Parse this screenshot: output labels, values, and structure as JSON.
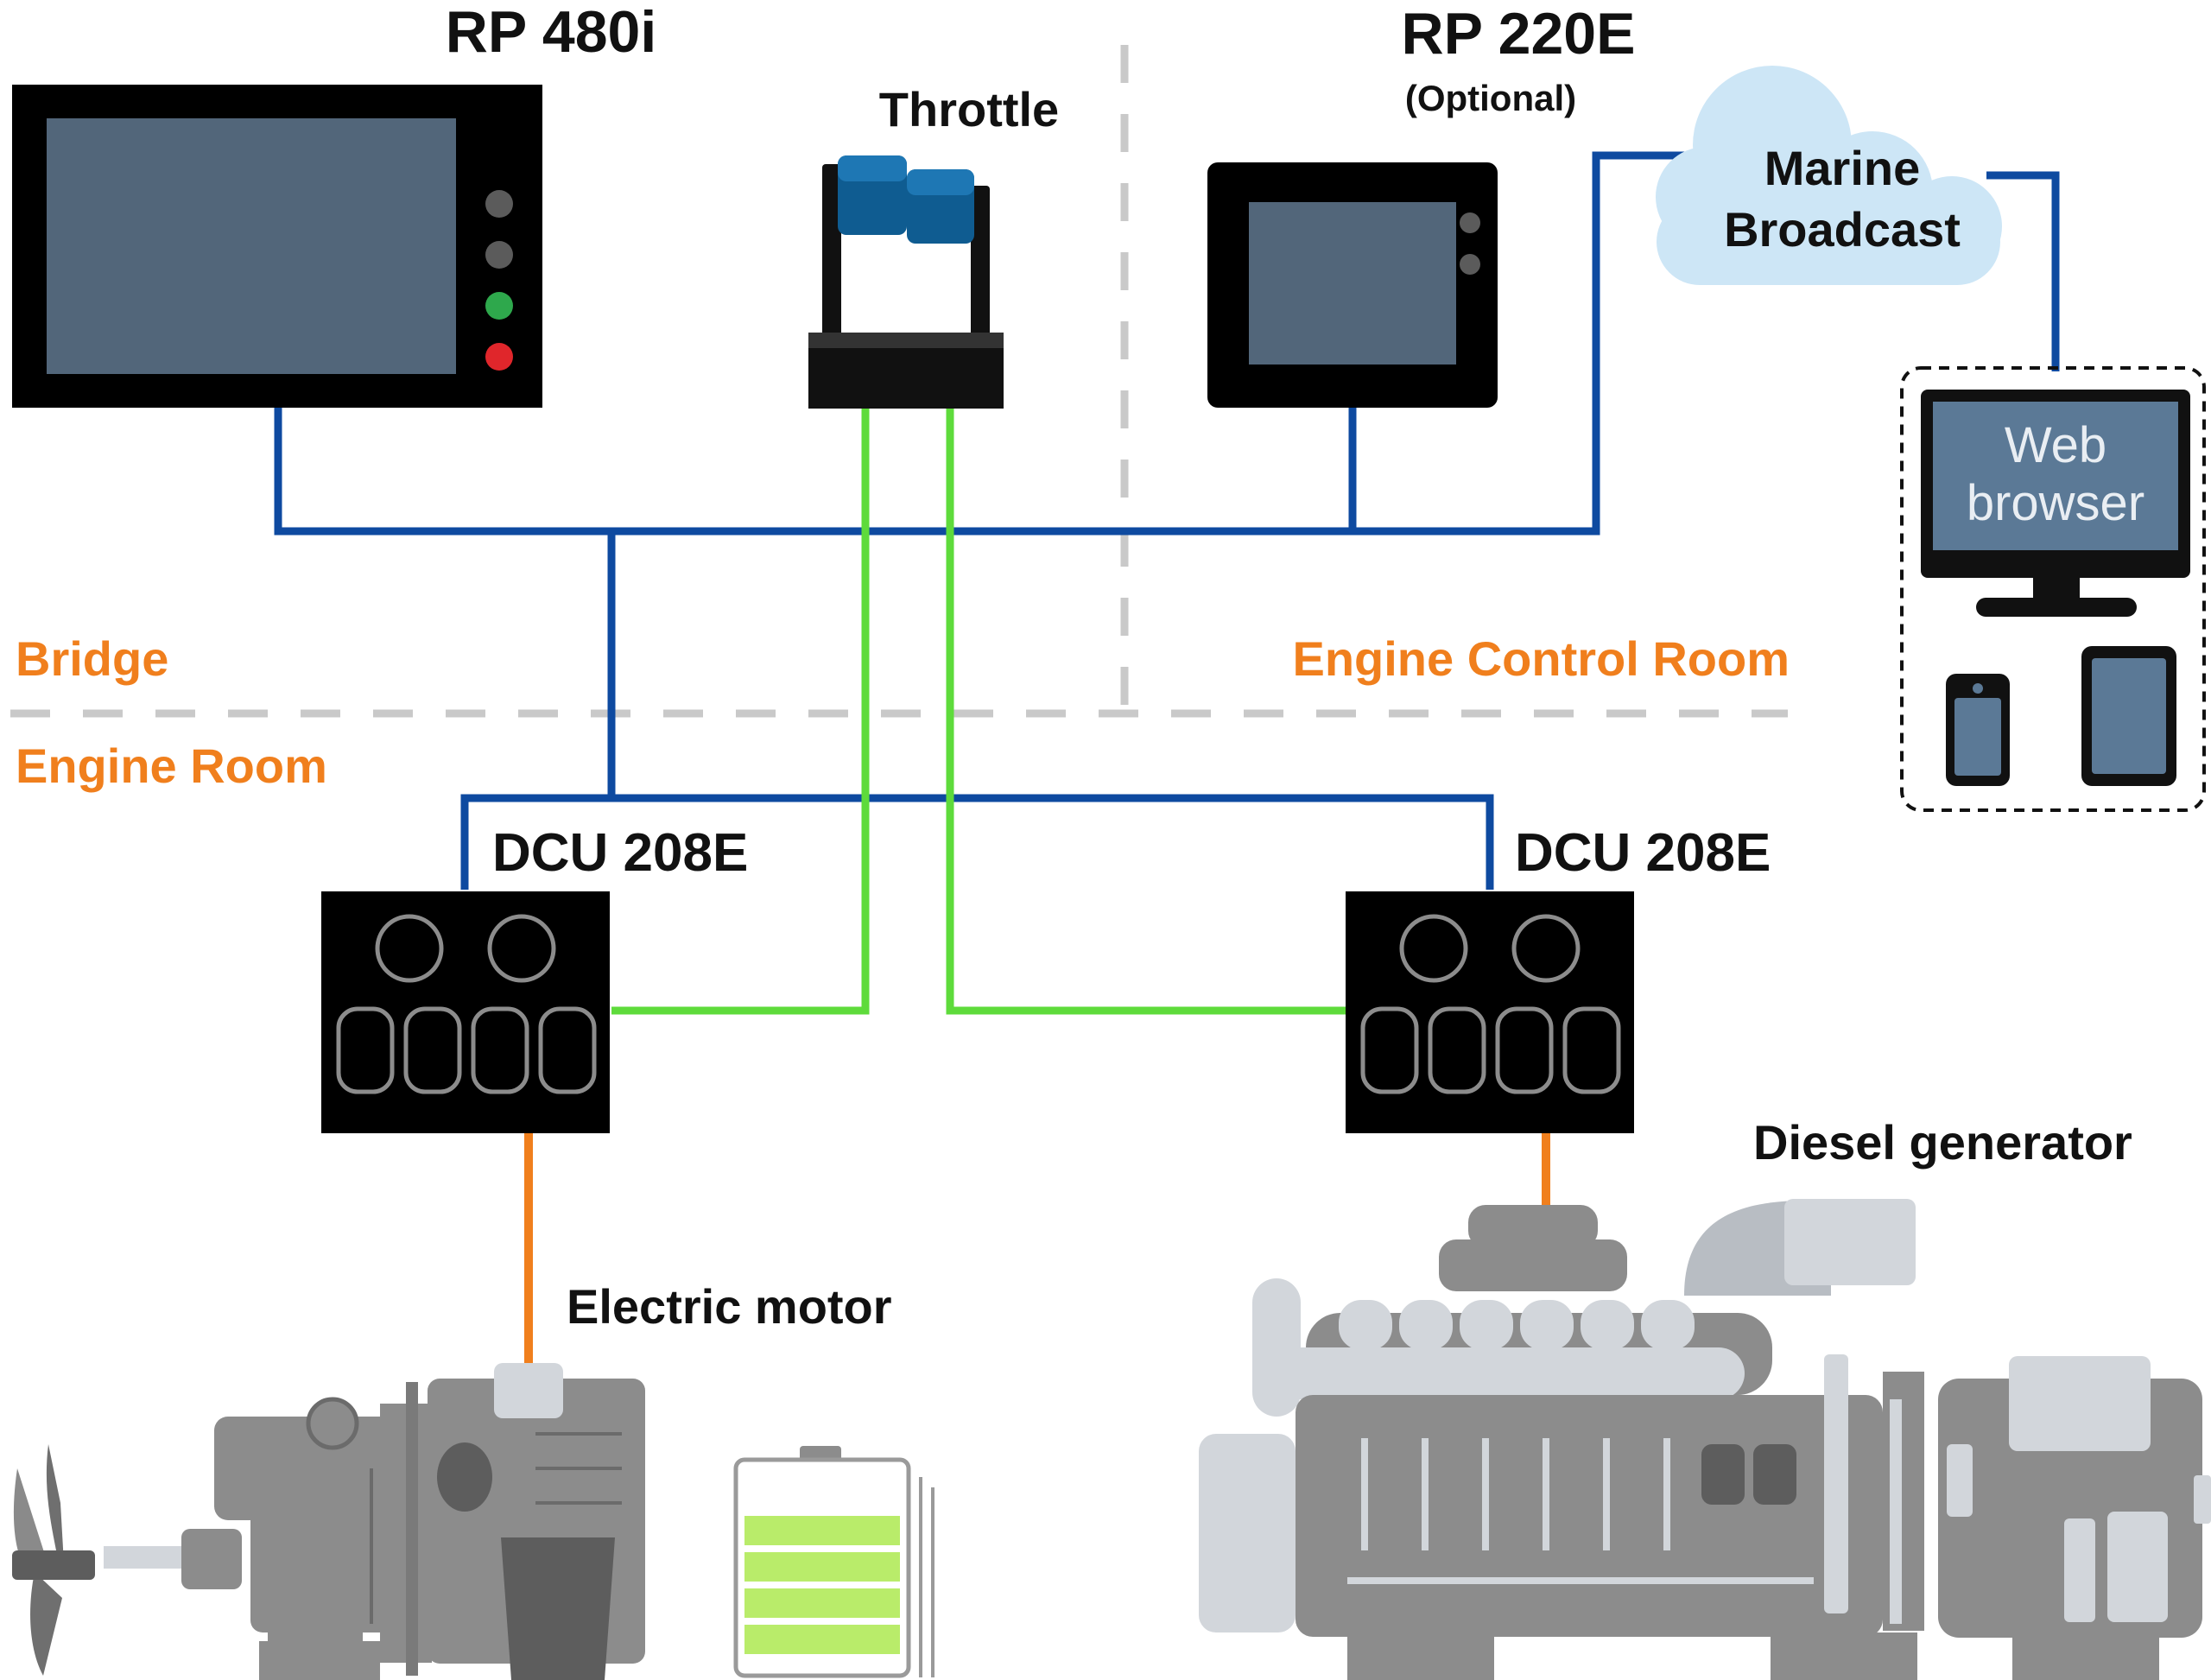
{
  "zones": {
    "bridge": "Bridge",
    "engine_room": "Engine Room",
    "engine_control_room": "Engine Control Room"
  },
  "devices": {
    "rp480i": "RP 480i",
    "throttle": "Throttle",
    "rp220e": "RP 220E",
    "rp220e_note": "(Optional)",
    "cloud_line1": "Marine",
    "cloud_line2": "Broadcast",
    "web_line1": "Web",
    "web_line2": "browser",
    "dcu_left": "DCU 208E",
    "dcu_right": "DCU 208E",
    "electric_motor": "Electric motor",
    "diesel_generator": "Diesel generator"
  },
  "colors": {
    "network": "#0E4AA0",
    "throttle_signal": "#5EDB3B",
    "power": "#F07F1D",
    "divider": "#C9C9C9",
    "screen": "#52667A",
    "machine": "#8C8C8C",
    "cloud": "#CDE6F6"
  },
  "icons": [
    "display-icon",
    "throttle-icon",
    "cloud-icon",
    "monitor-icon",
    "phone-icon",
    "tablet-icon",
    "dcu-icon",
    "electric-motor-icon",
    "battery-icon",
    "diesel-generator-icon"
  ]
}
